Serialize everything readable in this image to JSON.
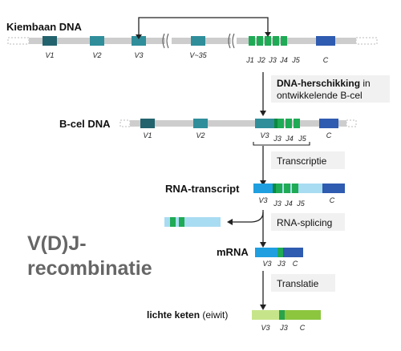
{
  "colors": {
    "strand": "#cdcdcd",
    "v_dark": "#23636e",
    "v_mid": "#2f8e9a",
    "j_green": "#1faa55",
    "j_dark": "#0b8a3e",
    "c_blue": "#2f5bb0",
    "rna_blue": "#1f9fdf",
    "rna_light": "#a8dcf2",
    "protein_light": "#c6e58a",
    "protein_green": "#8cc63f",
    "protein_dark": "#2aa34a",
    "step_box": "#f1f1f1"
  },
  "germline": {
    "label": "Kiembaan DNA",
    "segments": [
      "V1",
      "V2",
      "V3",
      "V~35",
      "J1",
      "J2",
      "J3",
      "J4",
      "J5",
      "C"
    ]
  },
  "step_rearrangement": {
    "bold": "DNA-herschikking",
    "rest": " in",
    "line2": "ontwikkelende B-cel"
  },
  "bcell": {
    "label": "B-cel DNA",
    "segments": [
      "V1",
      "V2",
      "V3",
      "J3",
      "J4",
      "J5",
      "C"
    ]
  },
  "step_transcription": "Transcriptie",
  "rna_transcript": {
    "label": "RNA-transcript",
    "segments": [
      "V3",
      "J3",
      "J4",
      "J5",
      "C"
    ]
  },
  "step_splicing": "RNA-splicing",
  "title": {
    "line1": "V(D)J-",
    "line2": "recombinatie"
  },
  "mrna": {
    "label": "mRNA",
    "segments": [
      "V3",
      "J3",
      "C"
    ]
  },
  "step_translation": "Translatie",
  "protein": {
    "label_bold": "lichte keten",
    "label_rest": " (eiwit)",
    "segments": [
      "V3",
      "J3",
      "C"
    ]
  }
}
